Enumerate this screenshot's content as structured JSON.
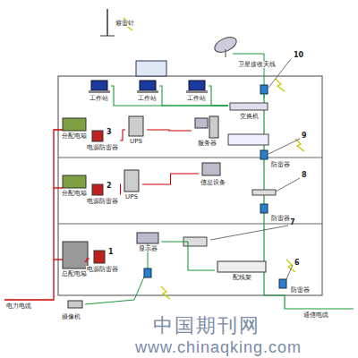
{
  "diagram": {
    "nodes": [
      {
        "text": [
          "卫星接收天线"
        ]
      },
      {
        "text": [
          "工作站"
        ]
      },
      {
        "text": [
          "工作站"
        ]
      },
      {
        "text": [
          "工作站"
        ]
      },
      {
        "text": [
          "交换机"
        ]
      },
      {
        "text": [
          "服务器"
        ]
      },
      {
        "text": [
          "UPS"
        ]
      },
      {
        "text": [
          "分配电箱"
        ]
      },
      {
        "text": [
          "电源防雷器"
        ]
      },
      {
        "text": [
          "分配电箱"
        ]
      },
      {
        "text": [
          "电源防雷器"
        ]
      },
      {
        "text": [
          "UPS"
        ]
      },
      {
        "text": [
          "信息设备"
        ]
      },
      {
        "text": [
          "总配电箱"
        ]
      },
      {
        "text": [
          "电源防雷器"
        ]
      },
      {
        "text": [
          "显示器"
        ]
      },
      {
        "text": [
          "配线架"
        ]
      }
    ],
    "edges": [
      {
        "from": 1,
        "to": 4,
        "arrow": "none"
      },
      {
        "from": 2,
        "to": 4,
        "arrow": "none"
      },
      {
        "from": 3,
        "to": 4,
        "arrow": "none"
      },
      {
        "from": 8,
        "to": 6,
        "arrow": "none"
      },
      {
        "from": 6,
        "to": 5,
        "arrow": "none"
      },
      {
        "from": 10,
        "to": 11,
        "arrow": "none"
      },
      {
        "from": 11,
        "to": 12,
        "arrow": "none"
      },
      {
        "from": 13,
        "to": 14,
        "arrow": "none"
      },
      {
        "from": 15,
        "to": 16,
        "arrow": "none"
      }
    ],
    "labels": [
      "避雷针",
      "10",
      "9",
      "8",
      "7",
      "6",
      "3",
      "2",
      "1",
      "电力电缆",
      "通信电缆",
      "摄像机",
      "防雷器",
      "防雷器",
      "防雷器",
      "中国期刊网",
      "www.chinaqking.com"
    ]
  }
}
